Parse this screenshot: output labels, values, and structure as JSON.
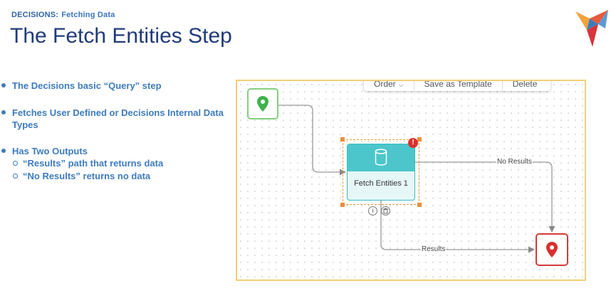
{
  "header": {
    "section": "DECISIONS:",
    "subsection": "Fetching Data",
    "title": "The Fetch Entities Step"
  },
  "bullets": [
    "The Decisions basic “Query” step",
    "Fetches User Defined or Decisions Internal Data Types",
    "Has Two Outputs"
  ],
  "sub_bullets": [
    "“Results” path that returns data",
    "“No Results” returns no data"
  ],
  "designer": {
    "toolbar": {
      "order_label": "Order",
      "save_template_label": "Save as Template",
      "delete_label": "Delete"
    },
    "step": {
      "label": "Fetch Entities 1",
      "warning_glyph": "!"
    },
    "step_actions": {
      "info_glyph": "i"
    },
    "edges": {
      "no_results_label": "No Results",
      "results_label": "Results"
    }
  },
  "colors": {
    "title": "#1f3b7a",
    "bullet_text": "#3d7bbd",
    "canvas_border": "#f3cf76",
    "start_node": "#82d07c",
    "end_node": "#d33b3b",
    "step_header": "#4cc6ca",
    "selection": "#e89a3a",
    "warning": "#d9302c"
  },
  "icons": {
    "logo": "decisions-logo",
    "start": "map-pin-icon",
    "end": "map-pin-icon",
    "step": "database-icon",
    "warning": "error-icon",
    "info": "info-icon",
    "delete": "trash-icon"
  }
}
